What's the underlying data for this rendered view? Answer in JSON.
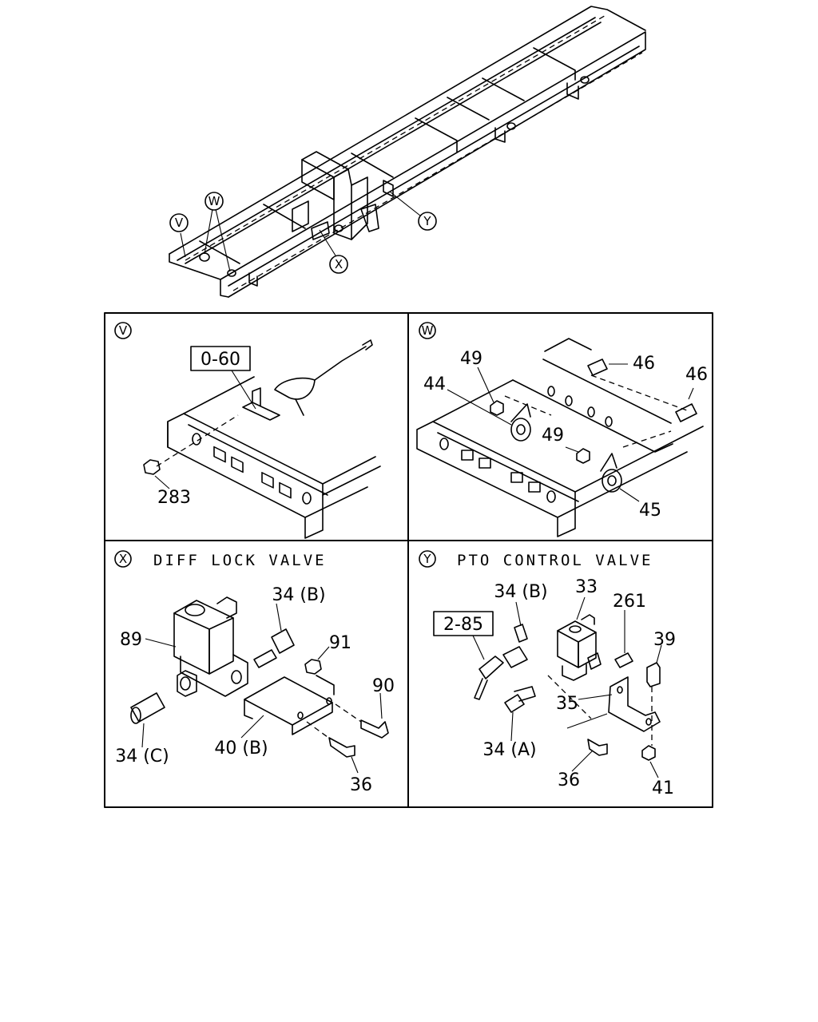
{
  "frame_callouts": {
    "v": "V",
    "w": "W",
    "x": "X",
    "y": "Y"
  },
  "panel_v": {
    "marker": "V",
    "ref_box": "0-60",
    "callouts": {
      "p283": "283"
    }
  },
  "panel_w": {
    "marker": "W",
    "callouts": {
      "p49a": "49",
      "p44": "44",
      "p46a": "46",
      "p46b": "46",
      "p49b": "49",
      "p45": "45"
    }
  },
  "panel_x": {
    "marker": "X",
    "title": "DIFF LOCK VALVE",
    "callouts": {
      "p34b": "34 (B)",
      "p89": "89",
      "p91": "91",
      "p90": "90",
      "p34c": "34 (C)",
      "p40b": "40 (B)",
      "p36": "36"
    }
  },
  "panel_y": {
    "marker": "Y",
    "title": "PTO CONTROL VALVE",
    "ref_box": "2-85",
    "callouts": {
      "p34b": "34 (B)",
      "p33": "33",
      "p261": "261",
      "p39": "39",
      "p35": "35",
      "p34a": "34 (A)",
      "p36": "36",
      "p41": "41"
    }
  }
}
